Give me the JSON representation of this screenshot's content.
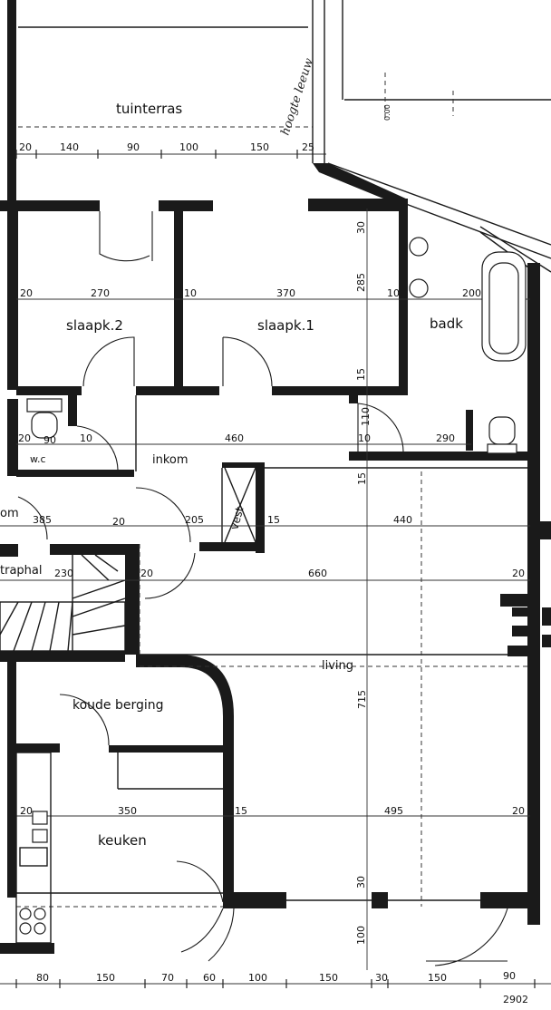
{
  "rooms": {
    "tuinterras": "tuinterras",
    "slaapk2": "slaapk.2",
    "slaapk1": "slaapk.1",
    "badk": "badk",
    "wc": "w.c",
    "inkom": "inkom",
    "vest": "vest",
    "om": "om",
    "traphal": "traphal",
    "living": "living",
    "koude_berging": "koude berging",
    "keuken": "keuken"
  },
  "handwriting": "hoogte leeuw",
  "level_mark": "0.00",
  "sheet_number": "2902",
  "dimensions": {
    "top_row": [
      "20",
      "140",
      "90",
      "100",
      "150",
      "25"
    ],
    "bedroom_row": [
      "20",
      "270",
      "10",
      "370",
      "10",
      "200"
    ],
    "bedroom_vertical": [
      "30",
      "285",
      "15"
    ],
    "hall_row": [
      "20",
      "90",
      "10",
      "460",
      "10",
      "290"
    ],
    "hall_vertical": [
      "110",
      "15"
    ],
    "inkom_row": [
      "385",
      "20",
      "205",
      "15",
      "440"
    ],
    "traphal_row": [
      "230",
      "20",
      "660",
      "20"
    ],
    "living_vertical": "715",
    "kitchen_row": [
      "20",
      "350",
      "15",
      "495",
      "20"
    ],
    "kitchen_vertical": [
      "30",
      "100"
    ],
    "bottom_row": [
      "80",
      "150",
      "70",
      "60",
      "100",
      "150",
      "30",
      "150",
      "90"
    ]
  }
}
